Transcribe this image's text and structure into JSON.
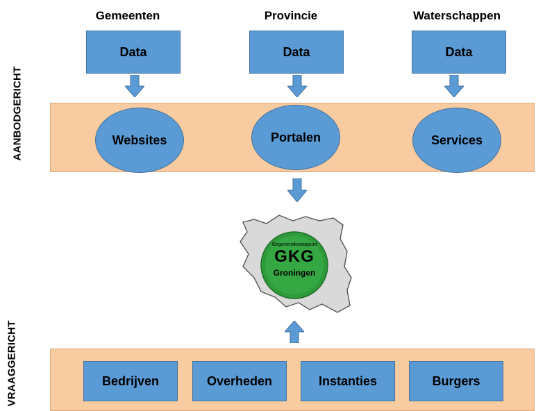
{
  "side_labels": {
    "top": "AANBODGERICHT",
    "bottom": "VRAAGGERICHT"
  },
  "columns": [
    {
      "title": "Gemeenten",
      "data_label": "Data",
      "channel": "Websites"
    },
    {
      "title": "Provincie",
      "data_label": "Data",
      "channel": "Portalen"
    },
    {
      "title": "Waterschappen",
      "data_label": "Data",
      "channel": "Services"
    }
  ],
  "logo": {
    "top_text": "Gegevensknooppunt",
    "main_text": "GKG",
    "bottom_text": "Groningen"
  },
  "consumers": [
    "Bedrijven",
    "Overheden",
    "Instanties",
    "Burgers"
  ],
  "colors": {
    "box_fill": "#5b9bd5",
    "box_border": "#41719c",
    "band_fill": "#f8cba0",
    "map_fill": "#d9d9d9",
    "logo_green": "#2e9a3a"
  }
}
